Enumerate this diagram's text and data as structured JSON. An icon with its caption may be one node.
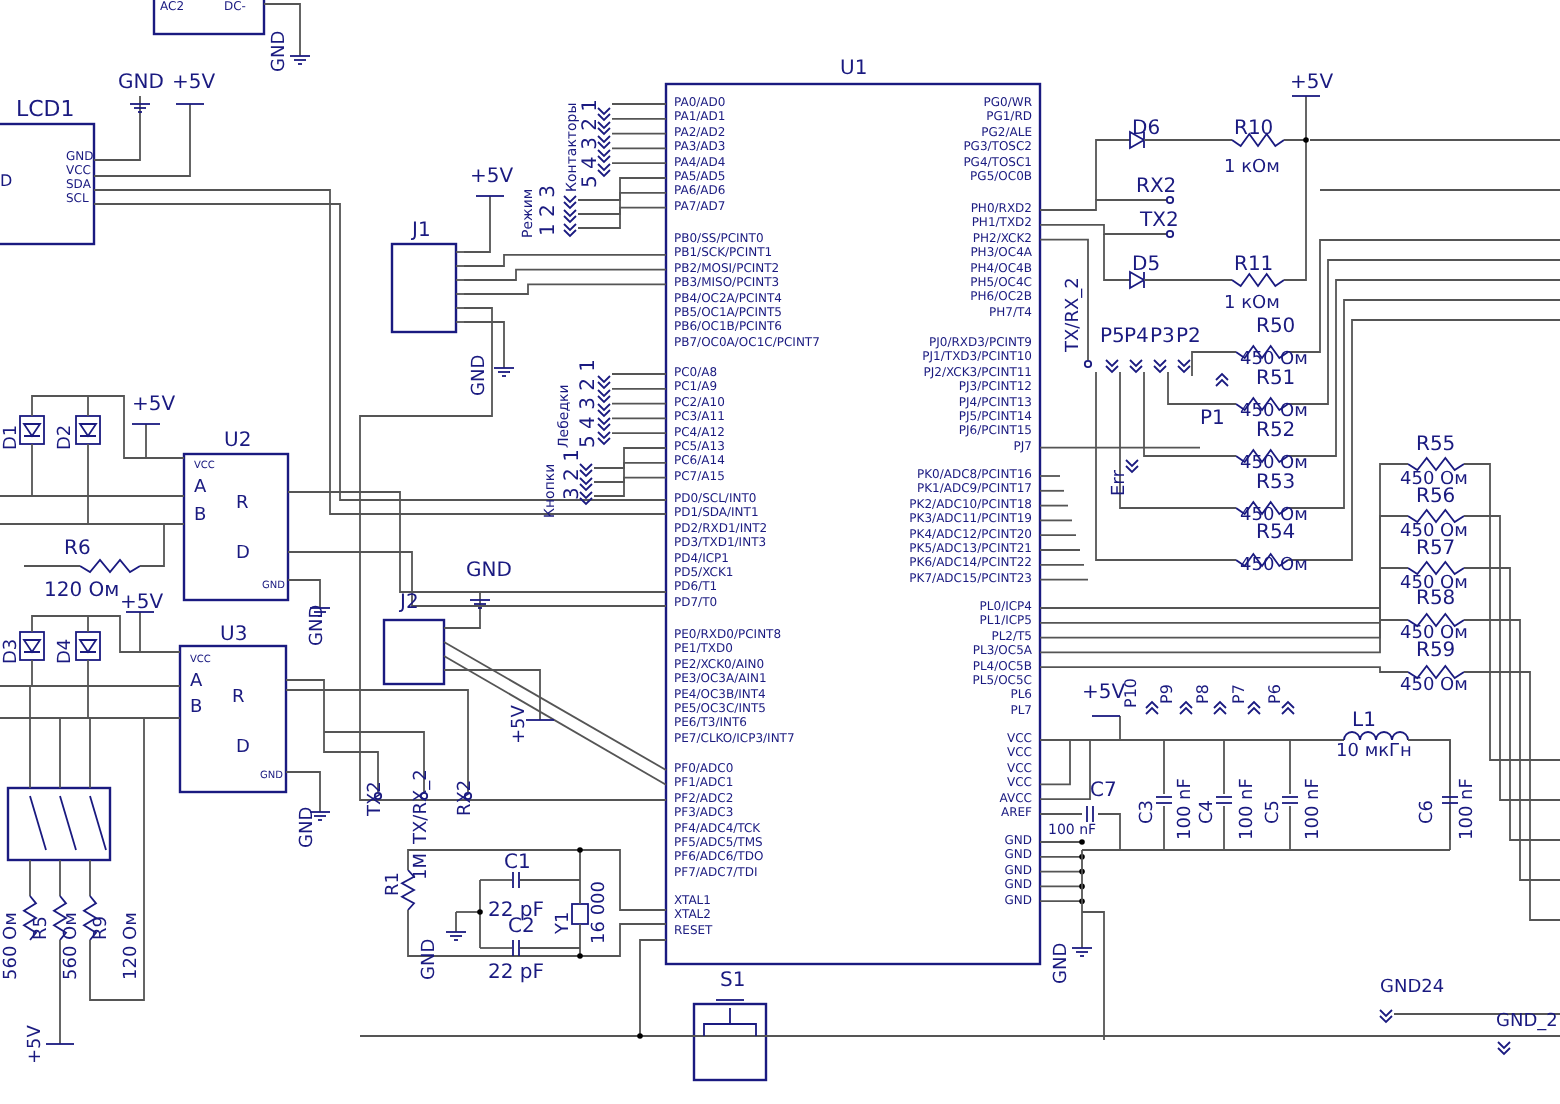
{
  "diagram": {
    "labels": [
      "AC2",
      "DC-",
      "GND",
      "GND",
      "+5V",
      "LCD1",
      "GND",
      "VCC",
      "SDA",
      "SCL",
      "D",
      "Контакторы",
      "5 4 3 2 1",
      "Режим",
      "1 2 3",
      "+5V",
      "J1",
      "GND",
      "Лебедки",
      "5 4 3 2 1",
      "Кнопки",
      "3 2 1",
      "D1",
      "D2",
      "+5V",
      "U2",
      "VCC",
      "A",
      "B",
      "R",
      "D",
      "GND",
      "R6",
      "120 Ом",
      "+5V",
      "D3",
      "D4",
      "U3",
      "VCC",
      "A",
      "B",
      "R",
      "D",
      "GND",
      "GND",
      "GND",
      "GND",
      "J2",
      "+5V",
      "TX2",
      "TX/RX_2",
      "RX2",
      "560 Ом",
      "R5",
      "560 Ом",
      "R9",
      "120 Ом",
      "+5V",
      "R1",
      "1M",
      "GND",
      "C1",
      "22 pF",
      "C2",
      "22 pF",
      "Y1",
      "16 000",
      "S1",
      "U1",
      "PA0/AD0",
      "PA1/AD1",
      "PA2/AD2",
      "PA3/AD3",
      "PA4/AD4",
      "PA5/AD5",
      "PA6/AD6",
      "PA7/AD7",
      "PB0/SS/PCINT0",
      "PB1/SCK/PCINT1",
      "PB2/MOSI/PCINT2",
      "PB3/MISO/PCINT3",
      "PB4/OC2A/PCINT4",
      "PB5/OC1A/PCINT5",
      "PB6/OC1B/PCINT6",
      "PB7/OC0A/OC1C/PCINT7",
      "PC0/A8",
      "PC1/A9",
      "PC2/A10",
      "PC3/A11",
      "PC4/A12",
      "PC5/A13",
      "PC6/A14",
      "PC7/A15",
      "PD0/SCL/INT0",
      "PD1/SDA/INT1",
      "PD2/RXD1/INT2",
      "PD3/TXD1/INT3",
      "PD4/ICP1",
      "PD5/XCK1",
      "PD6/T1",
      "PD7/T0",
      "PE0/RXD0/PCINT8",
      "PE1/TXD0",
      "PE2/XCK0/AIN0",
      "PE3/OC3A/AIN1",
      "PE4/OC3B/INT4",
      "PE5/OC3C/INT5",
      "PE6/T3/INT6",
      "PE7/CLKO/ICP3/INT7",
      "PF0/ADC0",
      "PF1/ADC1",
      "PF2/ADC2",
      "PF3/ADC3",
      "PF4/ADC4/TCK",
      "PF5/ADC5/TMS",
      "PF6/ADC6/TDO",
      "PF7/ADC7/TDI",
      "XTAL1",
      "XTAL2",
      "RESET",
      "PG0/WR",
      "PG1/RD",
      "PG2/ALE",
      "PG3/TOSC2",
      "PG4/TOSC1",
      "PG5/OC0B",
      "PH0/RXD2",
      "PH1/TXD2",
      "PH2/XCK2",
      "PH3/OC4A",
      "PH4/OC4B",
      "PH5/OC4C",
      "PH6/OC2B",
      "PH7/T4",
      "PJ0/RXD3/PCINT9",
      "PJ1/TXD3/PCINT10",
      "PJ2/XCK3/PCINT11",
      "PJ3/PCINT12",
      "PJ4/PCINT13",
      "PJ5/PCINT14",
      "PJ6/PCINT15",
      "PJ7",
      "PK0/ADC8/PCINT16",
      "PK1/ADC9/PCINT17",
      "PK2/ADC10/PCINT18",
      "PK3/ADC11/PCINT19",
      "PK4/ADC12/PCINT20",
      "PK5/ADC13/PCINT21",
      "PK6/ADC14/PCINT22",
      "PK7/ADC15/PCINT23",
      "PL0/ICP4",
      "PL1/ICP5",
      "PL2/T5",
      "PL3/OC5A",
      "PL4/OC5B",
      "PL5/OC5C",
      "PL6",
      "PL7",
      "VCC",
      "VCC",
      "VCC",
      "VCC",
      "AVCC",
      "AREF",
      "GND",
      "GND",
      "GND",
      "GND",
      "GND",
      "+5V",
      "D6",
      "R10",
      "1 кОм",
      "RX2",
      "TX2",
      "D5",
      "R11",
      "1 кОм",
      "TX/RX_2",
      "P5",
      "P4",
      "P3",
      "P2",
      "P1",
      "R50",
      "450 Ом",
      "R51",
      "450 Ом",
      "R52",
      "450 Ом",
      "Err",
      "R53",
      "450 Ом",
      "R54",
      "450 Ом",
      "R55",
      "450 Ом",
      "R56",
      "450 Ом",
      "R57",
      "450 Ом",
      "R58",
      "450 Ом",
      "R59",
      "450 Ом",
      "+5V",
      "P10",
      "P9",
      "P8",
      "P7",
      "P6",
      "L1",
      "10 мкГн",
      "C7",
      "100 nF",
      "C3",
      "100 nF",
      "C4",
      "100 nF",
      "C5",
      "100 nF",
      "C6",
      "100 nF",
      "GND",
      "GND24",
      "GND_2"
    ]
  }
}
